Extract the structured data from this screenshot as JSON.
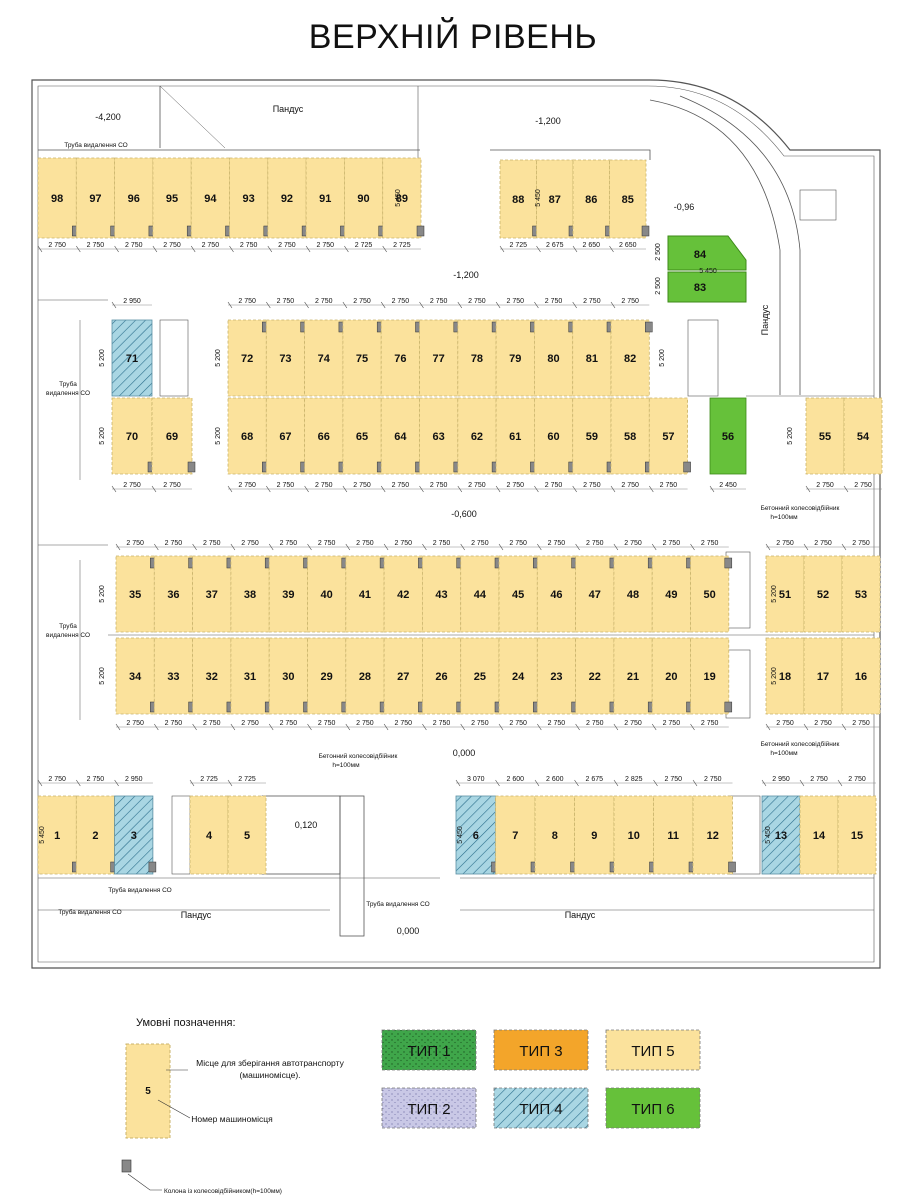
{
  "title": "ВЕРХНІЙ РІВЕНЬ",
  "colors": {
    "type5": "#fbe29c",
    "type5_stroke": "#c9b36b",
    "type4": "#a9d6e3",
    "type4_hatch": "#2b6e8c",
    "type6": "#66c13a",
    "type6_stroke": "#3d8a18",
    "type1": "#3fa64a",
    "type3": "#f3a52a",
    "type2": "#c9c8e6",
    "wall": "#555555",
    "grid": "#8a8a8a"
  },
  "labels": {
    "ramp": "Пандус",
    "pipe": "Труба видалення СО",
    "pipe_multiline": [
      "Труба",
      "видалення СО"
    ],
    "wheelstop": [
      "Бетонний колесовідбійник",
      "h=100мм"
    ]
  },
  "levels": {
    "l_4200": "-4,200",
    "l_1200a": "-1,200",
    "l_096": "-0,96",
    "l_1200b": "-1,200",
    "l_0600": "-0,600",
    "l_0000a": "0,000",
    "l_0120": "0,120",
    "l_0000b": "0,000"
  },
  "spots": {
    "row_top_left": [
      {
        "n": "98",
        "t": "5"
      },
      {
        "n": "97",
        "t": "5"
      },
      {
        "n": "96",
        "t": "5"
      },
      {
        "n": "95",
        "t": "5"
      },
      {
        "n": "94",
        "t": "5"
      },
      {
        "n": "93",
        "t": "5"
      },
      {
        "n": "92",
        "t": "5"
      },
      {
        "n": "91",
        "t": "5"
      },
      {
        "n": "90",
        "t": "5"
      },
      {
        "n": "89",
        "t": "5"
      }
    ],
    "row_top_right": [
      {
        "n": "88",
        "t": "5"
      },
      {
        "n": "87",
        "t": "5"
      },
      {
        "n": "86",
        "t": "5"
      },
      {
        "n": "85",
        "t": "5"
      }
    ],
    "green_84_83": [
      {
        "n": "84",
        "t": "6"
      },
      {
        "n": "83",
        "t": "6"
      }
    ],
    "row_71": [
      {
        "n": "71",
        "t": "4"
      }
    ],
    "row_72_82": [
      {
        "n": "72",
        "t": "5"
      },
      {
        "n": "73",
        "t": "5"
      },
      {
        "n": "74",
        "t": "5"
      },
      {
        "n": "75",
        "t": "5"
      },
      {
        "n": "76",
        "t": "5"
      },
      {
        "n": "77",
        "t": "5"
      },
      {
        "n": "78",
        "t": "5"
      },
      {
        "n": "79",
        "t": "5"
      },
      {
        "n": "80",
        "t": "5"
      },
      {
        "n": "81",
        "t": "5"
      },
      {
        "n": "82",
        "t": "5"
      }
    ],
    "row_70_69": [
      {
        "n": "70",
        "t": "5"
      },
      {
        "n": "69",
        "t": "5"
      }
    ],
    "row_68_57": [
      {
        "n": "68",
        "t": "5"
      },
      {
        "n": "67",
        "t": "5"
      },
      {
        "n": "66",
        "t": "5"
      },
      {
        "n": "65",
        "t": "5"
      },
      {
        "n": "64",
        "t": "5"
      },
      {
        "n": "63",
        "t": "5"
      },
      {
        "n": "62",
        "t": "5"
      },
      {
        "n": "61",
        "t": "5"
      },
      {
        "n": "60",
        "t": "5"
      },
      {
        "n": "59",
        "t": "5"
      },
      {
        "n": "58",
        "t": "5"
      },
      {
        "n": "57",
        "t": "5"
      }
    ],
    "spot_56": [
      {
        "n": "56",
        "t": "6"
      }
    ],
    "row_55_54": [
      {
        "n": "55",
        "t": "5"
      },
      {
        "n": "54",
        "t": "5"
      }
    ],
    "row_35_50": [
      {
        "n": "35",
        "t": "5"
      },
      {
        "n": "36",
        "t": "5"
      },
      {
        "n": "37",
        "t": "5"
      },
      {
        "n": "38",
        "t": "5"
      },
      {
        "n": "39",
        "t": "5"
      },
      {
        "n": "40",
        "t": "5"
      },
      {
        "n": "41",
        "t": "5"
      },
      {
        "n": "42",
        "t": "5"
      },
      {
        "n": "43",
        "t": "5"
      },
      {
        "n": "44",
        "t": "5"
      },
      {
        "n": "45",
        "t": "5"
      },
      {
        "n": "46",
        "t": "5"
      },
      {
        "n": "47",
        "t": "5"
      },
      {
        "n": "48",
        "t": "5"
      },
      {
        "n": "49",
        "t": "5"
      },
      {
        "n": "50",
        "t": "5"
      }
    ],
    "row_51_53": [
      {
        "n": "51",
        "t": "5"
      },
      {
        "n": "52",
        "t": "5"
      },
      {
        "n": "53",
        "t": "5"
      }
    ],
    "row_34_19": [
      {
        "n": "34",
        "t": "5"
      },
      {
        "n": "33",
        "t": "5"
      },
      {
        "n": "32",
        "t": "5"
      },
      {
        "n": "31",
        "t": "5"
      },
      {
        "n": "30",
        "t": "5"
      },
      {
        "n": "29",
        "t": "5"
      },
      {
        "n": "28",
        "t": "5"
      },
      {
        "n": "27",
        "t": "5"
      },
      {
        "n": "26",
        "t": "5"
      },
      {
        "n": "25",
        "t": "5"
      },
      {
        "n": "24",
        "t": "5"
      },
      {
        "n": "23",
        "t": "5"
      },
      {
        "n": "22",
        "t": "5"
      },
      {
        "n": "21",
        "t": "5"
      },
      {
        "n": "20",
        "t": "5"
      },
      {
        "n": "19",
        "t": "5"
      }
    ],
    "row_18_16": [
      {
        "n": "18",
        "t": "5"
      },
      {
        "n": "17",
        "t": "5"
      },
      {
        "n": "16",
        "t": "5"
      }
    ],
    "row_1_3": [
      {
        "n": "1",
        "t": "5"
      },
      {
        "n": "2",
        "t": "5"
      },
      {
        "n": "3",
        "t": "4"
      }
    ],
    "row_4_5": [
      {
        "n": "4",
        "t": "5"
      },
      {
        "n": "5",
        "t": "5"
      }
    ],
    "row_6_12": [
      {
        "n": "6",
        "t": "4"
      },
      {
        "n": "7",
        "t": "5"
      },
      {
        "n": "8",
        "t": "5"
      },
      {
        "n": "9",
        "t": "5"
      },
      {
        "n": "10",
        "t": "5"
      },
      {
        "n": "11",
        "t": "5"
      },
      {
        "n": "12",
        "t": "5"
      }
    ],
    "row_13_15": [
      {
        "n": "13",
        "t": "4"
      },
      {
        "n": "14",
        "t": "5"
      },
      {
        "n": "15",
        "t": "5"
      }
    ]
  },
  "dims": {
    "top_left": [
      "2 750",
      "2 750",
      "2 750",
      "2 750",
      "2 750",
      "2 750",
      "2 750",
      "2 750",
      "2 725",
      "2 725"
    ],
    "top_right": [
      "2 725",
      "2 675",
      "2 650",
      "2 650"
    ],
    "d2950": "2 950",
    "row72_top": [
      "2 750",
      "2 750",
      "2 750",
      "2 750",
      "2 750",
      "2 750",
      "2 750",
      "2 750",
      "2 750",
      "2 750",
      "2 750"
    ],
    "row68_bottom": [
      "2 750",
      "2 750",
      "2 750",
      "2 750",
      "2 750",
      "2 750",
      "2 750",
      "2 750",
      "2 750",
      "2 750",
      "2 750",
      "2 750"
    ],
    "row70_bottom": [
      "2 750",
      "2 750"
    ],
    "d2450": "2 450",
    "row55_bottom": [
      "2 750",
      "2 750"
    ],
    "row35_top": [
      "2 750",
      "2 750",
      "2 750",
      "2 750",
      "2 750",
      "2 750",
      "2 750",
      "2 750",
      "2 750",
      "2 750",
      "2 750",
      "2 750",
      "2 750",
      "2 750",
      "2 750",
      "2 750"
    ],
    "row51_top": [
      "2 750",
      "2 750",
      "2 750"
    ],
    "row34_bottom": [
      "2 750",
      "2 750",
      "2 750",
      "2 750",
      "2 750",
      "2 750",
      "2 750",
      "2 750",
      "2 750",
      "2 750",
      "2 750",
      "2 750",
      "2 750",
      "2 750",
      "2 750",
      "2 750"
    ],
    "row18_bottom": [
      "2 750",
      "2 750",
      "2 750"
    ],
    "bot_left": [
      "2 750",
      "2 750",
      "2 950"
    ],
    "bot_45": [
      "2 725",
      "2 725"
    ],
    "bot_6_12": [
      "3 070",
      "2 600",
      "2 600",
      "2 675",
      "2 825",
      "2 750",
      "2 750"
    ],
    "bot_13_15": [
      "2 950",
      "2 750",
      "2 750"
    ],
    "v5450": "5 450",
    "v5200": "5 200",
    "v2500": "2 500"
  },
  "legend": {
    "heading": "Умовні позначення:",
    "sample_number": "5",
    "spot_desc": "Місце для зберігання автотранспорту (машиномісце).",
    "number_desc": "Номер машиномісця",
    "column_desc": "Колона із колесовідбійником(h=100мм)",
    "types": [
      {
        "label": "ТИП 1",
        "color": "#3fa64a",
        "pattern": "dots-dark"
      },
      {
        "label": "ТИП 3",
        "color": "#f3a52a",
        "pattern": "none"
      },
      {
        "label": "ТИП 5",
        "color": "#fbe29c",
        "pattern": "none"
      },
      {
        "label": "ТИП 2",
        "color": "#c9c8e6",
        "pattern": "dots-light"
      },
      {
        "label": "ТИП 4",
        "color": "#a9d6e3",
        "pattern": "hatch"
      },
      {
        "label": "ТИП 6",
        "color": "#66c13a",
        "pattern": "none"
      }
    ]
  }
}
